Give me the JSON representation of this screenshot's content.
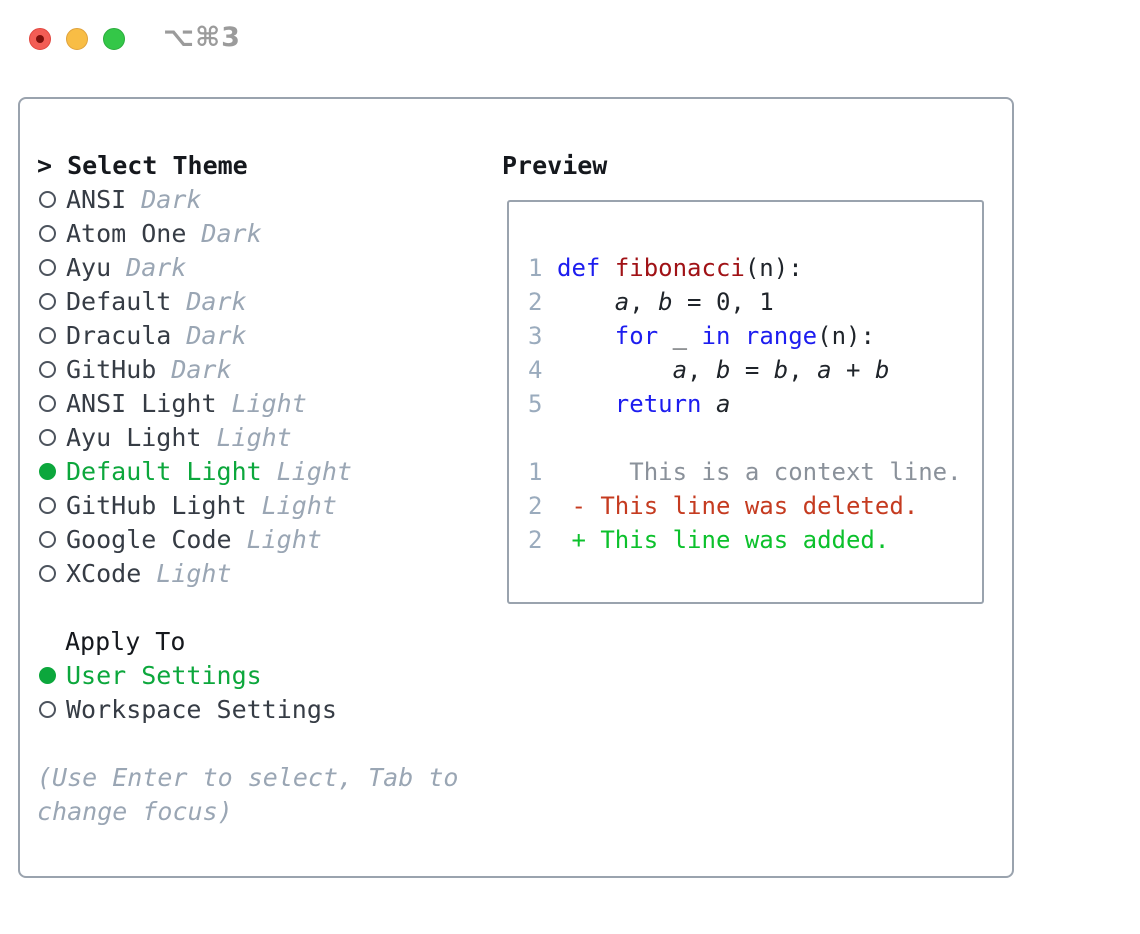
{
  "window": {
    "title": "⌥⌘3",
    "traffic_lights": [
      "close",
      "minimize",
      "zoom"
    ]
  },
  "colors": {
    "border": "#9aa3ae",
    "selected_green": "#0ca73c",
    "muted": "#9aa6b4",
    "item_text": "#363c45",
    "header_text": "#15181d",
    "keyword_blue": "#1d1def",
    "function_red": "#a01216",
    "line_number": "#9aabbd",
    "context_gray": "#8a919a",
    "deleted_red": "#c53b20",
    "added_green": "#0cc12c",
    "traffic_red": "#f35d55",
    "traffic_yellow": "#f8bd45",
    "traffic_green": "#34c748"
  },
  "selector": {
    "header": "> Select Theme",
    "themes": [
      {
        "name": "ANSI",
        "variant": "Dark",
        "selected": false
      },
      {
        "name": "Atom One",
        "variant": "Dark",
        "selected": false
      },
      {
        "name": "Ayu",
        "variant": "Dark",
        "selected": false
      },
      {
        "name": "Default",
        "variant": "Dark",
        "selected": false
      },
      {
        "name": "Dracula",
        "variant": "Dark",
        "selected": false
      },
      {
        "name": "GitHub",
        "variant": "Dark",
        "selected": false
      },
      {
        "name": "ANSI Light",
        "variant": "Light",
        "selected": false
      },
      {
        "name": "Ayu Light",
        "variant": "Light",
        "selected": false
      },
      {
        "name": "Default Light",
        "variant": "Light",
        "selected": true
      },
      {
        "name": "GitHub Light",
        "variant": "Light",
        "selected": false
      },
      {
        "name": "Google Code",
        "variant": "Light",
        "selected": false
      },
      {
        "name": "XCode",
        "variant": "Light",
        "selected": false
      }
    ],
    "apply_to": {
      "label": "Apply To",
      "options": [
        {
          "name": "User Settings",
          "selected": true
        },
        {
          "name": "Workspace Settings",
          "selected": false
        }
      ]
    },
    "hint_lines": [
      "(Use Enter to select, Tab to",
      "change focus)"
    ]
  },
  "preview": {
    "label": "Preview",
    "code_lines": [
      {
        "num": "1",
        "tokens": [
          {
            "t": "kw",
            "s": "def"
          },
          {
            "t": "p",
            "s": " "
          },
          {
            "t": "fn",
            "s": "fibonacci"
          },
          {
            "t": "p",
            "s": "(n):"
          }
        ]
      },
      {
        "num": "2",
        "tokens": [
          {
            "t": "p",
            "s": "    "
          },
          {
            "t": "var",
            "s": "a"
          },
          {
            "t": "p",
            "s": ", "
          },
          {
            "t": "var",
            "s": "b"
          },
          {
            "t": "p",
            "s": " = 0, 1"
          }
        ]
      },
      {
        "num": "3",
        "tokens": [
          {
            "t": "p",
            "s": "    "
          },
          {
            "t": "kw",
            "s": "for"
          },
          {
            "t": "p",
            "s": " _ "
          },
          {
            "t": "kw",
            "s": "in"
          },
          {
            "t": "p",
            "s": " "
          },
          {
            "t": "kw",
            "s": "range"
          },
          {
            "t": "p",
            "s": "(n):"
          }
        ]
      },
      {
        "num": "4",
        "tokens": [
          {
            "t": "p",
            "s": "        "
          },
          {
            "t": "var",
            "s": "a"
          },
          {
            "t": "p",
            "s": ", "
          },
          {
            "t": "var",
            "s": "b"
          },
          {
            "t": "p",
            "s": " = "
          },
          {
            "t": "var",
            "s": "b"
          },
          {
            "t": "p",
            "s": ", "
          },
          {
            "t": "var",
            "s": "a"
          },
          {
            "t": "p",
            "s": " + "
          },
          {
            "t": "var",
            "s": "b"
          }
        ]
      },
      {
        "num": "5",
        "tokens": [
          {
            "t": "p",
            "s": "    "
          },
          {
            "t": "kw",
            "s": "return"
          },
          {
            "t": "p",
            "s": " "
          },
          {
            "t": "var",
            "s": "a"
          }
        ]
      },
      {
        "num": "",
        "tokens": []
      },
      {
        "num": "1",
        "tokens": [
          {
            "t": "ctx",
            "s": "     This is a context line."
          }
        ]
      },
      {
        "num": "2",
        "tokens": [
          {
            "t": "del",
            "s": " - This line was deleted."
          }
        ]
      },
      {
        "num": "2",
        "tokens": [
          {
            "t": "add",
            "s": " + This line was added."
          }
        ]
      }
    ]
  }
}
